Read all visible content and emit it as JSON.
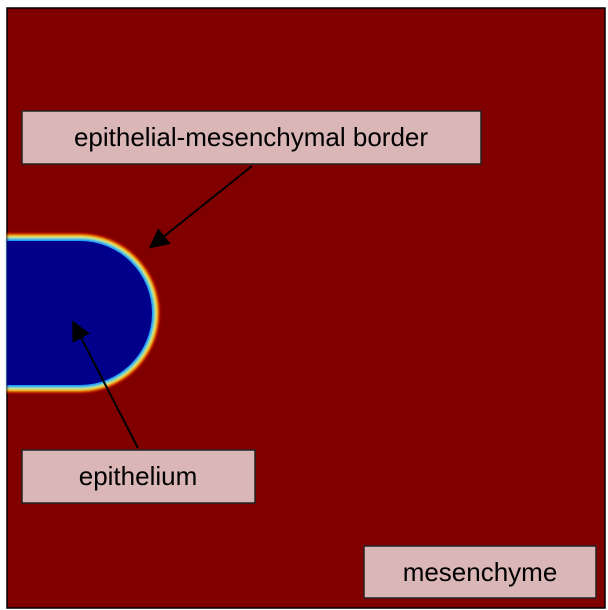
{
  "labels": {
    "border": "epithelial-mesenchymal border",
    "epithelium": "epithelium",
    "mesenchyme": "mesenchyme"
  },
  "colors": {
    "mesenchyme": "#800000",
    "epithelium": "#00008b",
    "label_box_fill": "#dab6b6",
    "label_box_stroke": "#222222",
    "arrow": "#000000"
  }
}
